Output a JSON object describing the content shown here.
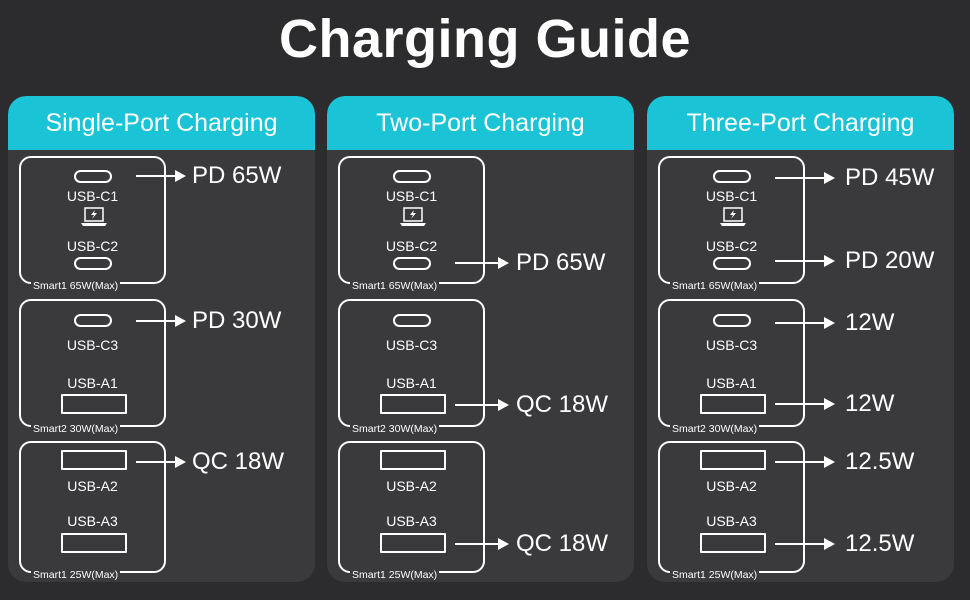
{
  "title": "Charging Guide",
  "panels": [
    {
      "header": "Single-Port Charging",
      "ports": {
        "c1": "USB-C1",
        "c2": "USB-C2",
        "c3": "USB-C3",
        "a1": "USB-A1",
        "a2": "USB-A2",
        "a3": "USB-A3"
      },
      "smart": [
        "Smart1 65W(Max)",
        "Smart2 30W(Max)",
        "Smart1 25W(Max)"
      ],
      "outputs": [
        "PD 65W",
        "PD 30W",
        "QC 18W"
      ]
    },
    {
      "header": "Two-Port Charging",
      "ports": {
        "c1": "USB-C1",
        "c2": "USB-C2",
        "c3": "USB-C3",
        "a1": "USB-A1",
        "a2": "USB-A2",
        "a3": "USB-A3"
      },
      "smart": [
        "Smart1 65W(Max)",
        "Smart2 30W(Max)",
        "Smart1 25W(Max)"
      ],
      "outputs": [
        "PD 65W",
        "QC 18W",
        "QC 18W"
      ]
    },
    {
      "header": "Three-Port Charging",
      "ports": {
        "c1": "USB-C1",
        "c2": "USB-C2",
        "c3": "USB-C3",
        "a1": "USB-A1",
        "a2": "USB-A2",
        "a3": "USB-A3"
      },
      "smart": [
        "Smart1 65W(Max)",
        "Smart2 30W(Max)",
        "Smart1 25W(Max)"
      ],
      "outputs": [
        "PD 45W",
        "PD 20W",
        "12W",
        "12W",
        "12.5W",
        "12.5W"
      ]
    }
  ],
  "colors": {
    "accent": "#1bc3d6",
    "background": "#2c2c2e",
    "panel": "#3a3a3c",
    "text": "#ffffff"
  },
  "icons": [
    "laptop-charging-icon",
    "arrow-right-icon"
  ]
}
